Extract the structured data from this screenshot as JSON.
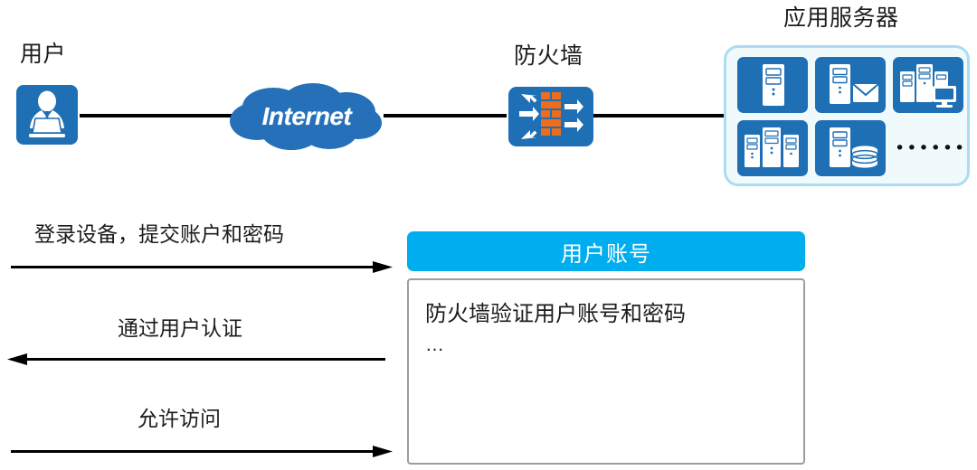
{
  "topology": {
    "user": {
      "label": "用户",
      "icon": "user-at-laptop-icon",
      "color": "#1f6fb5"
    },
    "internet": {
      "label": "Internet",
      "icon": "cloud-icon",
      "color": "#2570b8"
    },
    "firewall": {
      "label": "防火墙",
      "icon": "firewall-brick-icon",
      "color": "#1f6fb5",
      "brick_color": "#ef6c1a"
    },
    "server_group": {
      "title": "应用服务器",
      "border_color": "#a9ddf2",
      "fill_color": "#f0fafd",
      "tile_color": "#1f6fb5",
      "tiles": [
        {
          "icon": "server-tower-icon",
          "name": "server"
        },
        {
          "icon": "mail-server-icon",
          "name": "mail-server"
        },
        {
          "icon": "server-rack-monitor-icon",
          "name": "workstation-servers"
        },
        {
          "icon": "server-rack-icon",
          "name": "server-rack"
        },
        {
          "icon": "database-server-icon",
          "name": "database-server"
        }
      ],
      "more_indicator": "••••••"
    },
    "links": [
      {
        "from": "user",
        "to": "internet"
      },
      {
        "from": "internet",
        "to": "firewall"
      },
      {
        "from": "firewall",
        "to": "server_group"
      }
    ]
  },
  "flow": {
    "steps": [
      {
        "label": "登录设备，提交账户和密码",
        "direction": "right"
      },
      {
        "label": "通过用户认证",
        "direction": "left"
      },
      {
        "label": "允许访问",
        "direction": "right"
      }
    ]
  },
  "panel": {
    "header": "用户账号",
    "header_color": "#00aeef",
    "body_lines": [
      "防火墙验证用户账号和密码",
      "…"
    ]
  }
}
